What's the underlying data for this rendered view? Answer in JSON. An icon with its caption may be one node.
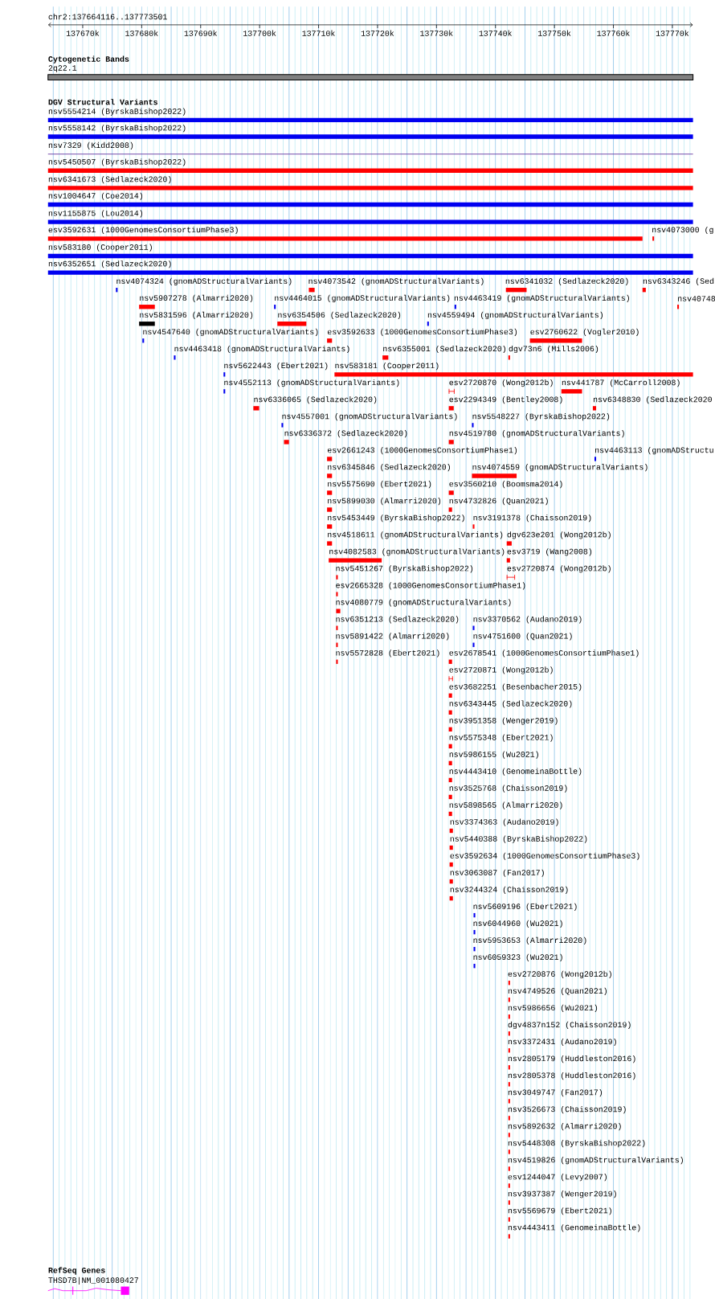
{
  "diagram": {
    "labels": [
      "chr2:137664116..137773501",
      "137670k",
      "137680k",
      "137690k",
      "137700k",
      "137710k",
      "137720k",
      "137730k",
      "137740k",
      "137750k",
      "137760k",
      "137770k",
      "Cytogenetic Bands",
      "2q22.1",
      "DGV Structural Variants",
      "nsv5554214 (ByrskaBishop2022)",
      "nsv5558142 (ByrskaBishop2022)",
      "nsv7329 (Kidd2008)",
      "nsv5450507 (ByrskaBishop2022)",
      "nsv6341673 (Sedlazeck2020)",
      "nsv1004647 (Coe2014)",
      "nsv1155875 (Lou2014)",
      "esv3592631 (1000GenomesConsortiumPhase3)",
      "nsv4073000 (g",
      "nsv583180 (Cooper2011)",
      "nsv6352651 (Sedlazeck2020)",
      "nsv4074324 (gnomADStructuralVariants)",
      "nsv4073542 (gnomADStructuralVariants)",
      "nsv6341032 (Sedlazeck2020)",
      "nsv6343246 (Sed",
      "nsv5907278 (Almarri2020)",
      "nsv4464015 (gnomADStructuralVariants)",
      "nsv4463419 (gnomADStructuralVariants)",
      "nsv40748",
      "nsv5831596 (Almarri2020)",
      "nsv6354506 (Sedlazeck2020)",
      "nsv4559494 (gnomADStructuralVariants)",
      "nsv4547640 (gnomADStructuralVariants)",
      "esv3592633 (1000GenomesConsortiumPhase3)",
      "esv2760622 (Vogler2010)",
      "nsv4463418 (gnomADStructuralVariants)",
      "nsv6355001 (Sedlazeck2020)",
      "dgv73n6 (Mills2006)",
      "nsv5622443 (Ebert2021)",
      "nsv583181 (Cooper2011)",
      "nsv4552113 (gnomADStructuralVariants)",
      "esv2720870 (Wong2012b)",
      "nsv441787 (McCarroll2008)",
      "nsv6336065 (Sedlazeck2020)",
      "esv2294349 (Bentley2008)",
      "nsv6348830 (Sedlazeck2020",
      "nsv4557001 (gnomADStructuralVariants)",
      "nsv5548227 (ByrskaBishop2022)",
      "nsv6336372 (Sedlazeck2020)",
      "nsv4519780 (gnomADStructuralVariants)",
      "esv2661243 (1000GenomesConsortiumPhase1)",
      "nsv4463113 (gnomADStructu",
      "nsv6345846 (Sedlazeck2020)",
      "nsv4074559 (gnomADStructuralVariants)",
      "nsv5575690 (Ebert2021)",
      "esv3560210 (Boomsma2014)",
      "nsv5899030 (Almarri2020)",
      "nsv4732826 (Quan2021)",
      "nsv5453449 (ByrskaBishop2022)",
      "nsv3191378 (Chaisson2019)",
      "nsv4518611 (gnomADStructuralVariants)",
      "dgv623e201 (Wong2012b)",
      "nsv4082583 (gnomADStructuralVariants)",
      "esv3719 (Wang2008)",
      "nsv5451267 (ByrskaBishop2022)",
      "esv2720874 (Wong2012b)",
      "esv2665328 (1000GenomesConsortiumPhase1)",
      "nsv4080779 (gnomADStructuralVariants)",
      "nsv6351213 (Sedlazeck2020)",
      "nsv3370562 (Audano2019)",
      "nsv5891422 (Almarri2020)",
      "nsv4751600 (Quan2021)",
      "nsv5572828 (Ebert2021)",
      "esv2678541 (1000GenomesConsortiumPhase1)",
      "esv2720871 (Wong2012b)",
      "esv3682251 (Besenbacher2015)",
      "nsv6343445 (Sedlazeck2020)",
      "nsv3951358 (Wenger2019)",
      "nsv5575348 (Ebert2021)",
      "nsv5986155 (Wu2021)",
      "nsv4443410 (GenomeinaBottle)",
      "nsv3525768 (Chaisson2019)",
      "nsv5898565 (Almarri2020)",
      "nsv3374363 (Audano2019)",
      "nsv5440388 (ByrskaBishop2022)",
      "esv3592634 (1000GenomesConsortiumPhase3)",
      "nsv3063087 (Fan2017)",
      "nsv3244324 (Chaisson2019)",
      "nsv5609196 (Ebert2021)",
      "nsv6044960 (Wu2021)",
      "nsv5953653 (Almarri2020)",
      "nsv6059323 (Wu2021)",
      "esv2720876 (Wong2012b)",
      "nsv4749526 (Quan2021)",
      "nsv5986656 (Wu2021)",
      "dgv4837n152 (Chaisson2019)",
      "nsv3372431 (Audano2019)",
      "nsv2805179 (Huddleston2016)",
      "nsv2805378 (Huddleston2016)",
      "nsv3049747 (Fan2017)",
      "nsv3526673 (Chaisson2019)",
      "nsv5892632 (Almarri2020)",
      "nsv5448308 (ByrskaBishop2022)",
      "nsv4519826 (gnomADStructuralVariants)",
      "esv1244047 (Levy2007)",
      "nsv3937387 (Wenger2019)",
      "nsv5569679 (Ebert2021)",
      "nsv4443411 (GenomeinaBottle)",
      "RefSeq Genes",
      "THSD7B|NM_001080427"
    ]
  }
}
